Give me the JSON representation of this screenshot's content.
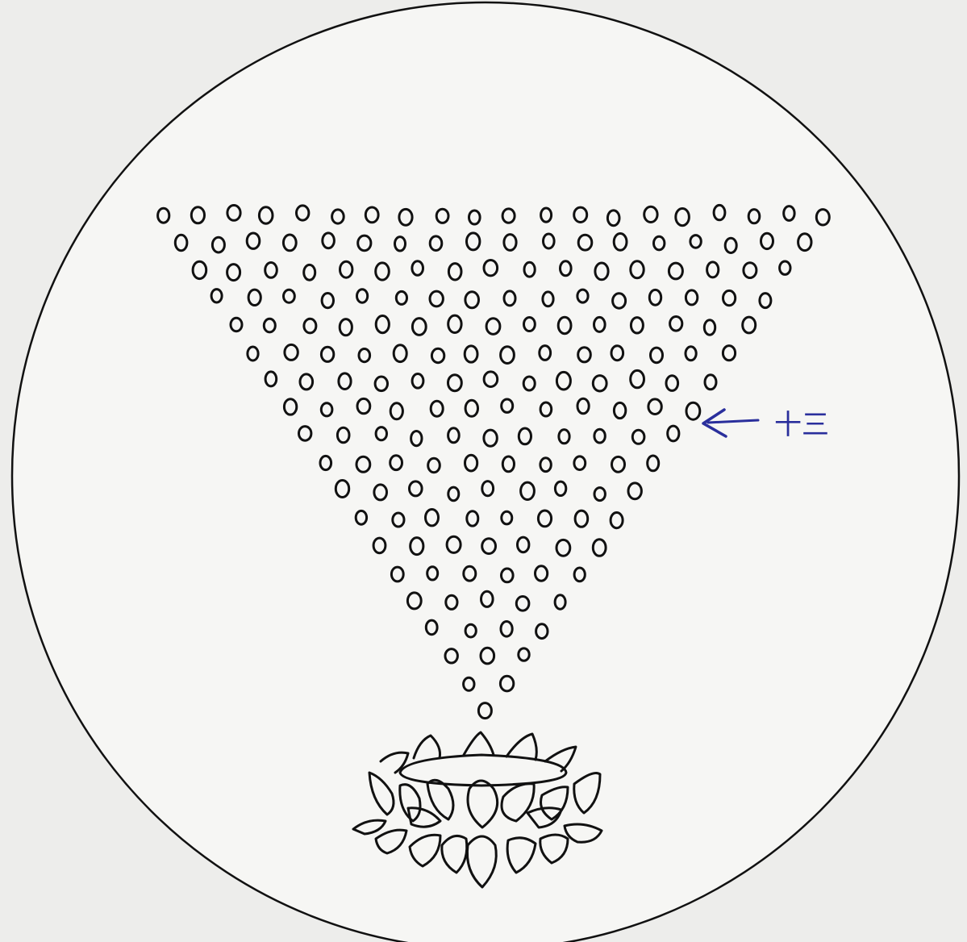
{
  "diagram": {
    "annotation": {
      "label": "十三",
      "color": "#2a2f9c"
    },
    "ink_color": "#111111",
    "paper_color": "#ededeb",
    "disc_color": "#f6f6f4",
    "triangle": {
      "row_dot_counts": [
        20,
        18,
        17,
        16,
        15,
        14,
        13,
        12,
        11,
        10,
        9,
        8,
        7,
        6,
        5,
        4,
        3,
        2,
        1
      ],
      "marked_row": 8
    },
    "base_symbol": "lotus-icon"
  }
}
